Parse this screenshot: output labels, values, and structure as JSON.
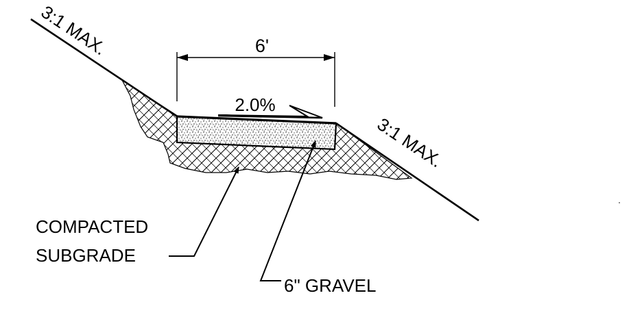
{
  "labels": {
    "left_slope": "3:1 MAX.",
    "right_slope": "3:1 MAX.",
    "width": "6'",
    "cross_slope": "2.0%",
    "compacted_line1": "COMPACTED",
    "compacted_line2": "SUBGRADE",
    "gravel": "6\" GRAVEL"
  },
  "colors": {
    "ink": "#000000",
    "paper": "#ffffff"
  }
}
